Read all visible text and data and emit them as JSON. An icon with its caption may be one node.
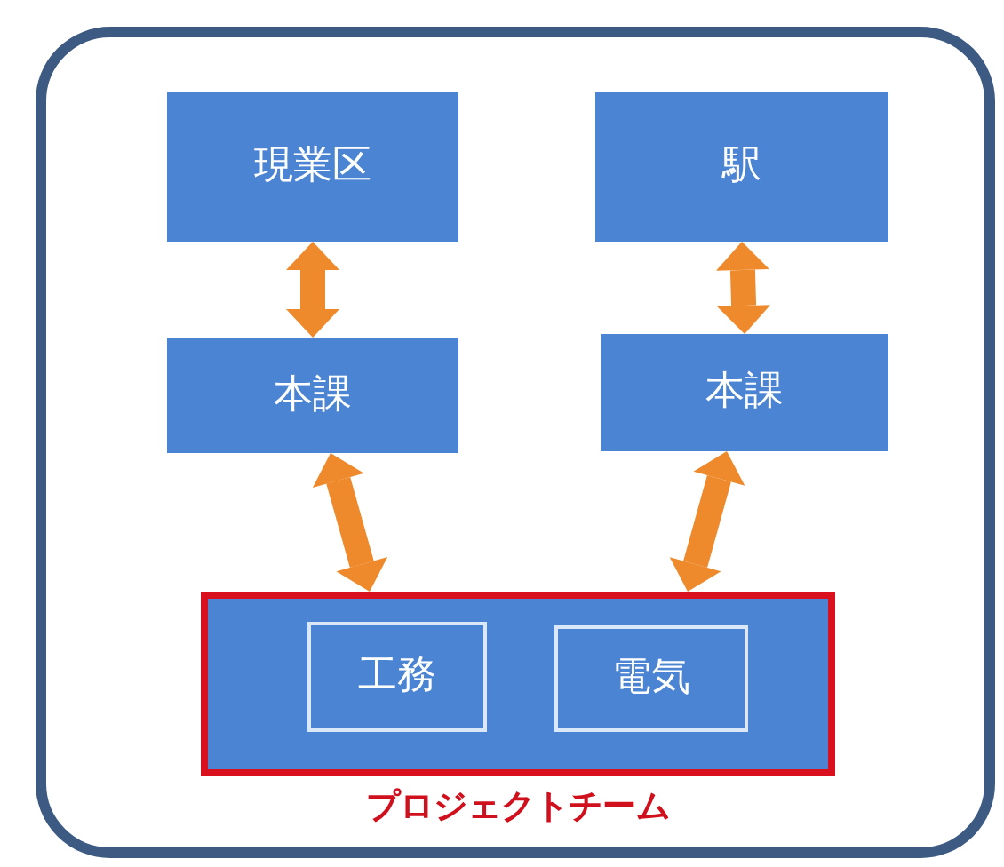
{
  "diagram": {
    "nodes": [
      {
        "text": [],
        "shape": "box"
      },
      {
        "text": [
          "現業区"
        ],
        "in": 0
      },
      {
        "text": [
          "駅"
        ],
        "in": 0
      },
      {
        "text": [
          "本課"
        ],
        "in": 0
      },
      {
        "text": [
          "本課"
        ],
        "in": 0
      },
      {
        "text": [
          "プロジェクトチーム"
        ],
        "in": 0
      },
      {
        "text": [
          "工務"
        ],
        "in": 5
      },
      {
        "text": [
          "電気"
        ],
        "in": 5
      }
    ],
    "edges": [
      {
        "from": 1,
        "to": 3,
        "arrow": "both"
      },
      {
        "from": 2,
        "to": 4,
        "arrow": "both"
      },
      {
        "from": 3,
        "to": 5,
        "arrow": "both"
      },
      {
        "from": 4,
        "to": 5,
        "arrow": "both"
      }
    ]
  }
}
